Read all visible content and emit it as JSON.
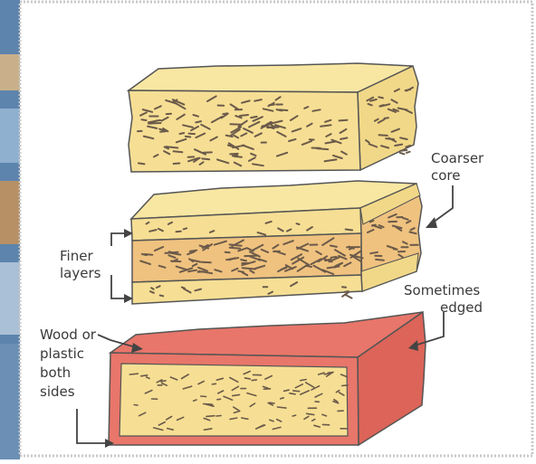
{
  "colors": {
    "frame_border": "#c8c8c8",
    "photo_edge": "#3e6d9c",
    "board_top": "#f8e7a2",
    "board_side": "#f1d888",
    "board_front": "#f6df94",
    "core": "#efc27f",
    "core_side": "#e8b574",
    "edging": "#e8766a",
    "edging_side": "#dc6458",
    "texture": "#6b5a4a",
    "arrow": "#444444",
    "label": "#3a3a3a"
  },
  "labels": {
    "coarser_core": [
      "Coarser",
      "core"
    ],
    "finer_layers": [
      "Finer",
      "layers"
    ],
    "sometimes_edged": [
      "Sometimes",
      "edged"
    ],
    "wood_or_plastic": [
      "Wood or",
      "plastic",
      "both",
      "sides"
    ]
  }
}
